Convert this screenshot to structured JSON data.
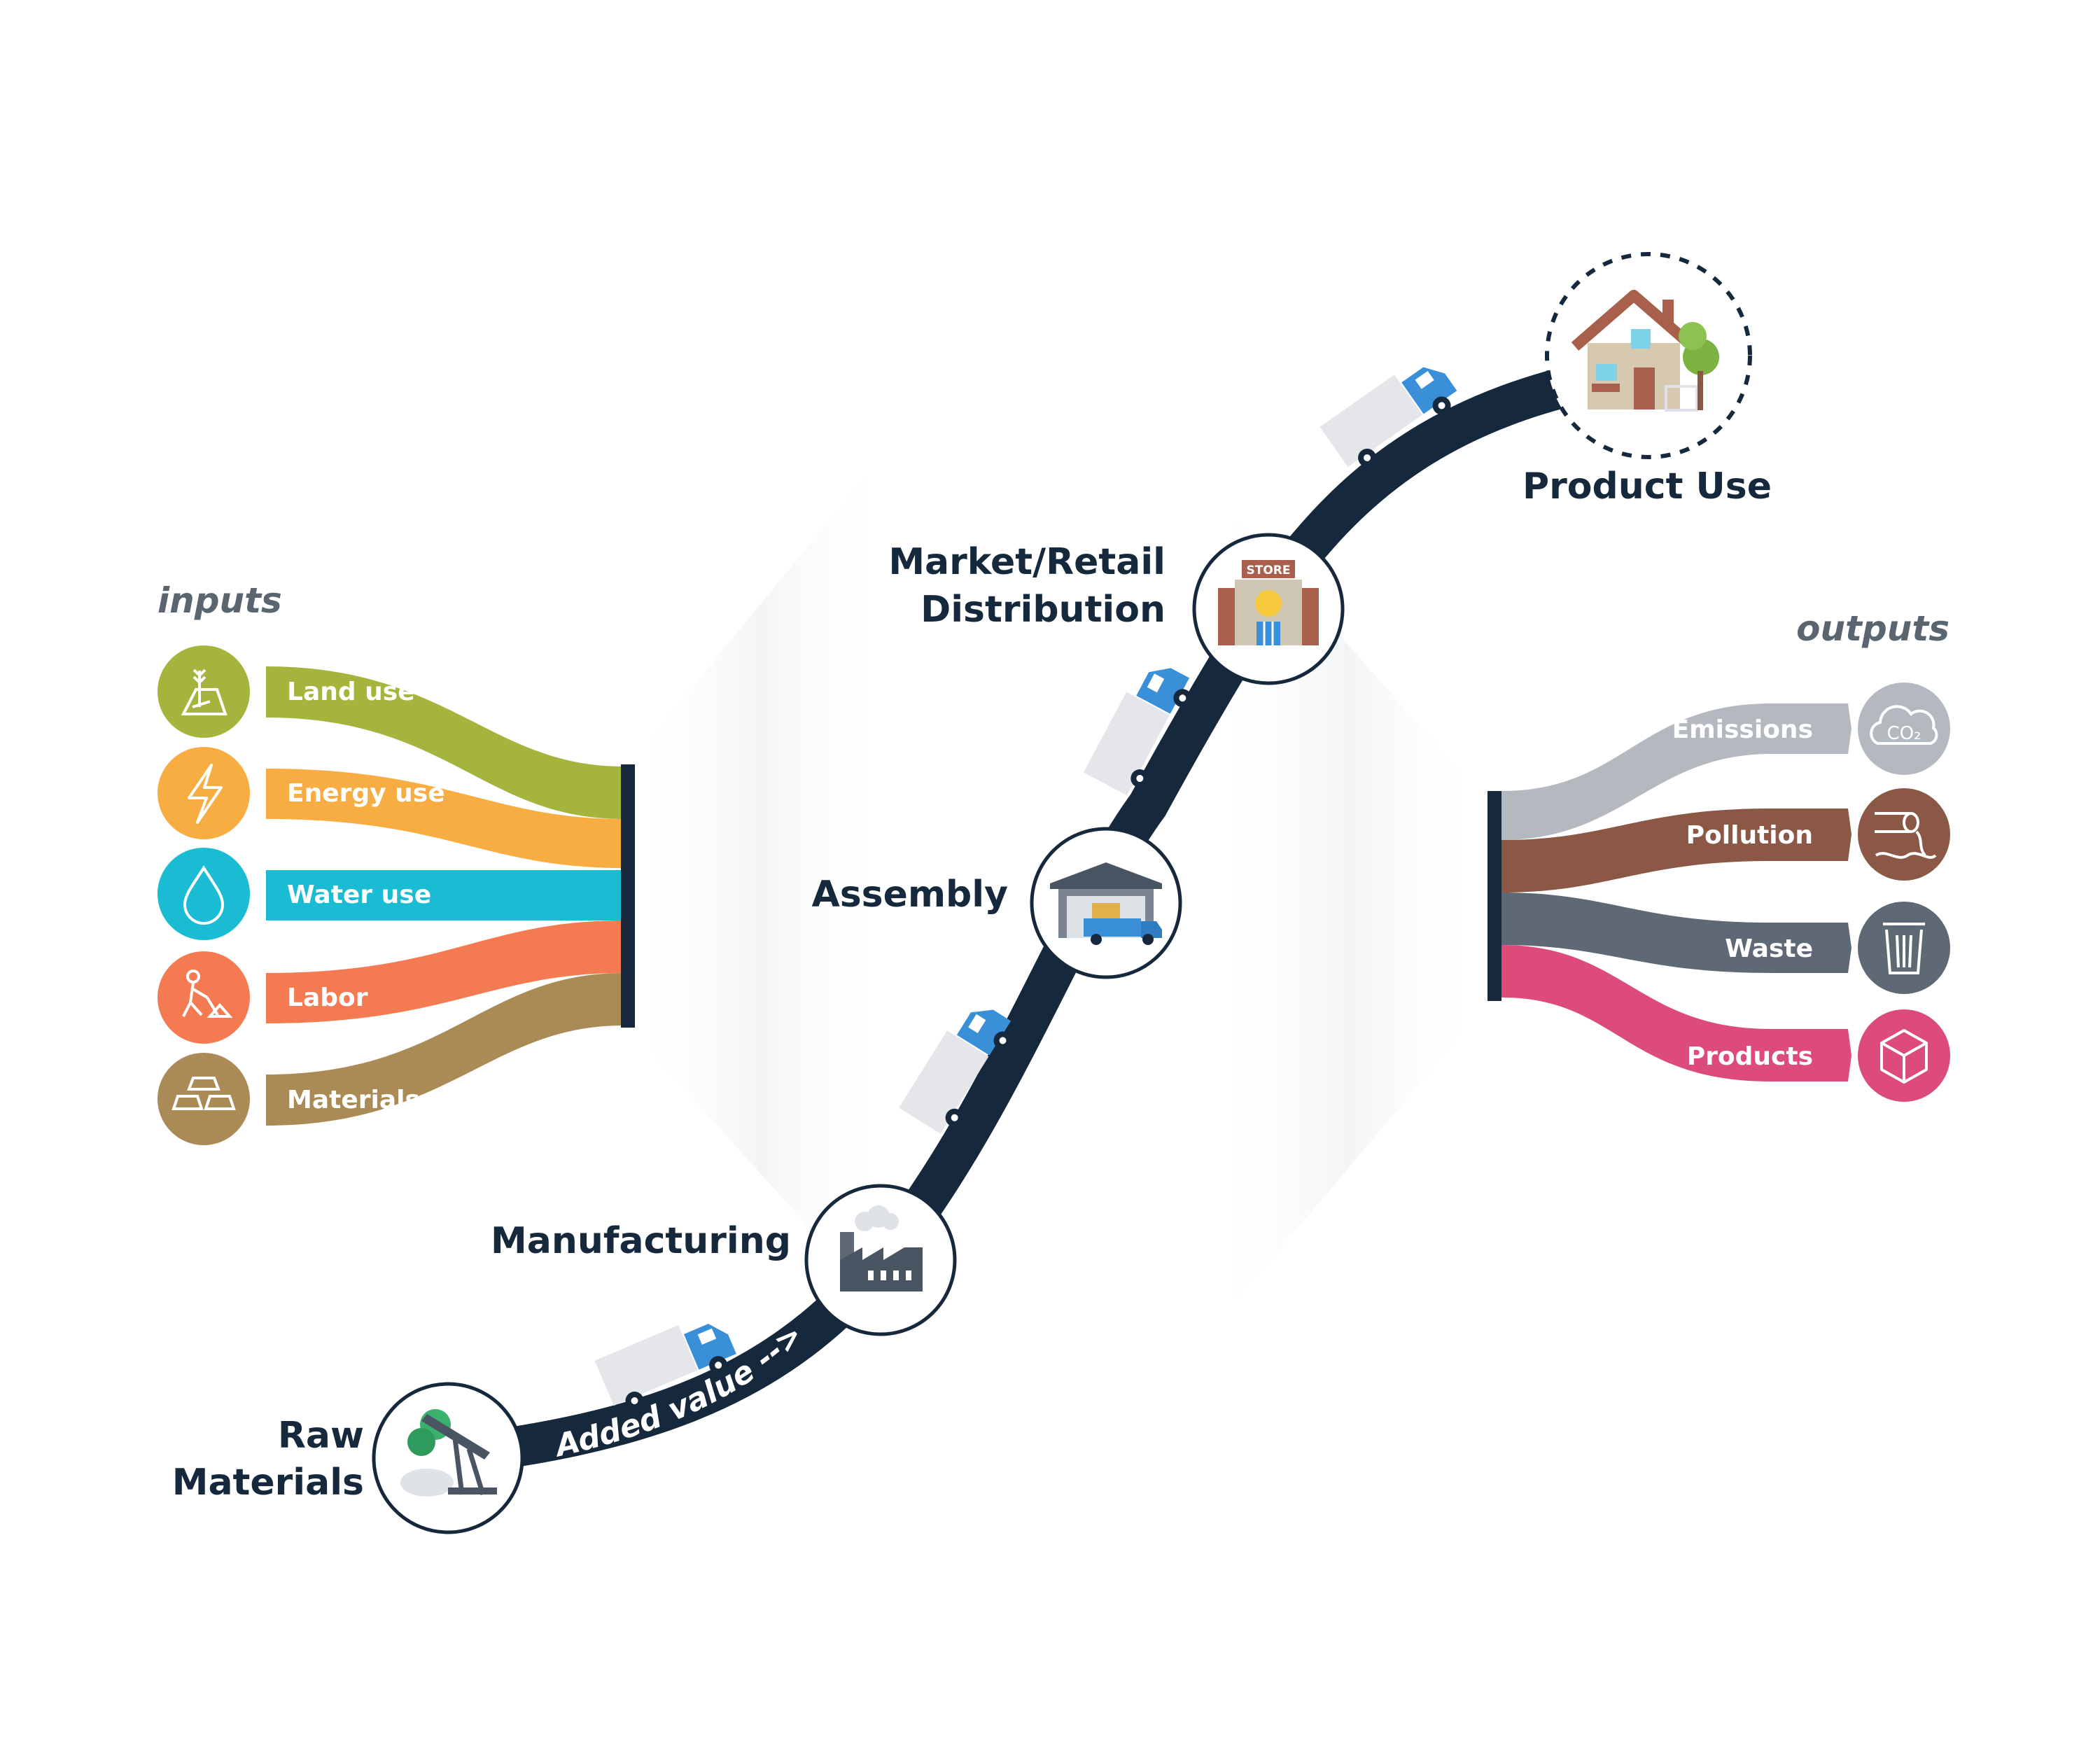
{
  "diagram": {
    "inputs_heading": "inputs",
    "outputs_heading": "outputs",
    "added_value_label": "Added value -->",
    "stages": [
      {
        "id": "raw",
        "lines": [
          "Raw",
          "Materials"
        ],
        "icon": "mining-excavator-icon"
      },
      {
        "id": "manufacturing",
        "lines": [
          "Manufacturing"
        ],
        "icon": "factory-icon"
      },
      {
        "id": "assembly",
        "lines": [
          "Assembly"
        ],
        "icon": "warehouse-truck-icon"
      },
      {
        "id": "market",
        "lines": [
          "Market/Retail",
          "Distribution"
        ],
        "icon": "store-icon",
        "icon_text": "STORE"
      },
      {
        "id": "use",
        "lines": [
          "Product Use"
        ],
        "icon": "house-icon"
      }
    ],
    "inputs": [
      {
        "label": "Land use",
        "color": "#a5b43c",
        "icon": "wheat-field-icon"
      },
      {
        "label": "Energy use",
        "color": "#f7ad41",
        "icon": "lightning-icon"
      },
      {
        "label": "Water use",
        "color": "#19bcd3",
        "icon": "water-drop-icon"
      },
      {
        "label": "Labor",
        "color": "#f47b51",
        "icon": "worker-shovel-icon"
      },
      {
        "label": "Materials",
        "color": "#ab8b55",
        "icon": "gold-bars-icon"
      }
    ],
    "outputs": [
      {
        "label": "Emissions",
        "color": "#b4b9bf",
        "icon": "co2-cloud-icon",
        "icon_text": "CO₂"
      },
      {
        "label": "Pollution",
        "color": "#8c5846",
        "icon": "pipe-discharge-icon"
      },
      {
        "label": "Waste",
        "color": "#5e6975",
        "icon": "trash-bin-icon"
      },
      {
        "label": "Products",
        "color": "#dc4b7a",
        "icon": "box-cube-icon"
      }
    ],
    "colors": {
      "path": "#16283c",
      "stage_text": "#16283c",
      "heading": "#5a6570",
      "truck_cab": "#3a8fd9",
      "truck_box": "#e4e6e9"
    }
  }
}
